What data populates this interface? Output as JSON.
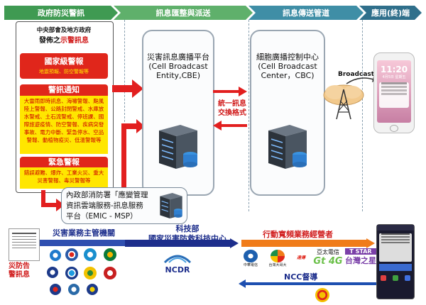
{
  "stages": [
    {
      "label": "政府防災警訊"
    },
    {
      "label": "訊息匯整與派送"
    },
    {
      "label": "訊息傳送管道"
    },
    {
      "label": "應用(終)端"
    }
  ],
  "gov": {
    "line1": "中央部會及地方政府",
    "line2_prefix": "發佈之",
    "line2_highlight": "示警訊息",
    "national_title": "國家級警報",
    "national_sub": "地震預報、防空警報等",
    "notice_title": "警訊通知",
    "notice_body": "大雷雨即時訊息、海嘯警報、颱風陸上警報、公路封閉警戒、水庫放水警戒、土石流警戒、停班課、國際旅遊疫情、防空警報、疾病突發事故、電力中斷、緊急停水、空品警報、動植物疫災、低溫警報等",
    "emergency_title": "緊急警報",
    "emergency_body": "錯誤避難、爆炸、工業火災、重大災害警報、毒災警報等"
  },
  "cbe": {
    "title": "災害訊息廣播平台(Cell Broadcast Entity,CBE)"
  },
  "cbc": {
    "title": "細胞廣播控制中心(Cell Broadcast Center，CBC)"
  },
  "exchange": {
    "line1": "統一訊息",
    "line2": "交換格式"
  },
  "emic": {
    "line1": "內政部消防署「應變管理",
    "line2": "資訊雲端服務-訊息服務",
    "line3": "平台（EMIC - MSP）"
  },
  "broadcast_label": "Broadcast",
  "phone": {
    "time": "11:20",
    "date": "4月5日 星期五"
  },
  "bottom": {
    "agency_label": "災害業務主管機關",
    "ncdr_line1": "科技部",
    "ncdr_line2": "國家災害防救科技中心",
    "ncdr_logo": "NCDR",
    "telecom_label": "行動寬頻業務經營者",
    "ncc_label": "NCC督導",
    "left_sign": "災防告警訊息",
    "operators": [
      "中華電信",
      "台灣大哥大",
      "遠傳",
      "亞太電信",
      "台灣之星"
    ],
    "gt_logo": "Gt 4G",
    "tstar_logo": "T STAR",
    "tstar_sub": "台灣之星"
  },
  "colors": {
    "red": "#e0261b",
    "yellow": "#ffe600",
    "blue_bar": "#1d2e8c",
    "orange_bar": "#f07c1a"
  }
}
